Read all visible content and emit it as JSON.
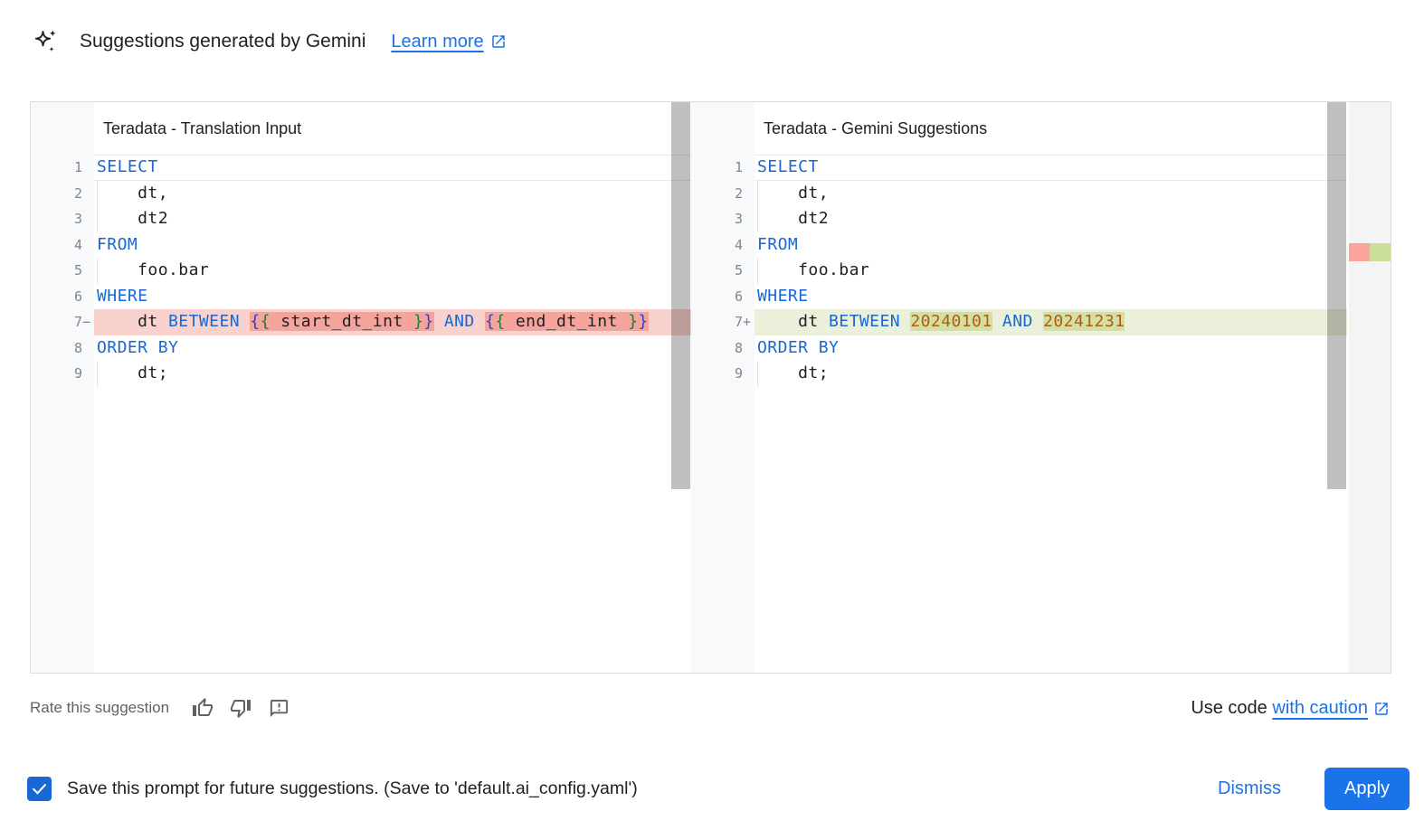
{
  "header": {
    "sparkle_icon": "gemini-sparkle-icon",
    "title": "Suggestions generated by Gemini",
    "learn_more_label": "Learn more",
    "learn_more_icon": "open-in-new-icon"
  },
  "colors": {
    "link_blue": "#1a73e8",
    "keyword_blue": "#1967d2",
    "number_orange": "#b45a14",
    "brace_blue": "#2d3dd5",
    "brace_green": "#188038",
    "removed_line_bg": "#fad2cd",
    "removed_word_bg": "#f5a49c",
    "added_line_bg": "#eaf0da",
    "added_word_bg": "#d2e0a4",
    "ruler_removed": "#fca49b",
    "ruler_added": "#c9de99",
    "checkbox_blue": "#1967d2",
    "apply_button_bg": "#1a73e8"
  },
  "panels": [
    {
      "title": "Teradata - Translation Input",
      "lines": [
        {
          "num": 1,
          "active": true,
          "tokens": [
            {
              "c": "kw",
              "t": "SELECT"
            }
          ]
        },
        {
          "num": 2,
          "indent": true,
          "tokens": [
            {
              "c": "pl",
              "t": "    dt,"
            }
          ]
        },
        {
          "num": 3,
          "indent": true,
          "tokens": [
            {
              "c": "pl",
              "t": "    dt2"
            }
          ]
        },
        {
          "num": 4,
          "tokens": [
            {
              "c": "kw",
              "t": "FROM"
            }
          ]
        },
        {
          "num": 5,
          "indent": true,
          "tokens": [
            {
              "c": "pl",
              "t": "    foo.bar"
            }
          ]
        },
        {
          "num": 6,
          "tokens": [
            {
              "c": "kw",
              "t": "WHERE"
            }
          ]
        },
        {
          "num": 7,
          "sign": "−",
          "diff": "removed",
          "tokens": [
            {
              "c": "pl",
              "t": "    dt "
            },
            {
              "c": "kw",
              "t": "BETWEEN"
            },
            {
              "c": "pl",
              "t": " "
            },
            {
              "c": "bb",
              "t": "{",
              "hl": true
            },
            {
              "c": "bg",
              "t": "{",
              "hl": true
            },
            {
              "c": "pl",
              "t": " start_dt_int ",
              "hl": true
            },
            {
              "c": "bg",
              "t": "}",
              "hl": true
            },
            {
              "c": "bb",
              "t": "}",
              "hl": true
            },
            {
              "c": "pl",
              "t": " "
            },
            {
              "c": "kw",
              "t": "AND"
            },
            {
              "c": "pl",
              "t": " "
            },
            {
              "c": "bb",
              "t": "{",
              "hl": true
            },
            {
              "c": "bg",
              "t": "{",
              "hl": true
            },
            {
              "c": "pl",
              "t": " end_dt_int ",
              "hl": true
            },
            {
              "c": "bg",
              "t": "}",
              "hl": true
            },
            {
              "c": "bb",
              "t": "}",
              "hl": true
            }
          ]
        },
        {
          "num": 8,
          "tokens": [
            {
              "c": "kw",
              "t": "ORDER BY"
            }
          ]
        },
        {
          "num": 9,
          "indent": true,
          "tokens": [
            {
              "c": "pl",
              "t": "    dt;"
            }
          ]
        }
      ]
    },
    {
      "title": "Teradata - Gemini Suggestions",
      "lines": [
        {
          "num": 1,
          "active": true,
          "tokens": [
            {
              "c": "kw",
              "t": "SELECT"
            }
          ]
        },
        {
          "num": 2,
          "indent": true,
          "tokens": [
            {
              "c": "pl",
              "t": "    dt,"
            }
          ]
        },
        {
          "num": 3,
          "indent": true,
          "tokens": [
            {
              "c": "pl",
              "t": "    dt2"
            }
          ]
        },
        {
          "num": 4,
          "tokens": [
            {
              "c": "kw",
              "t": "FROM"
            }
          ]
        },
        {
          "num": 5,
          "indent": true,
          "tokens": [
            {
              "c": "pl",
              "t": "    foo.bar"
            }
          ]
        },
        {
          "num": 6,
          "tokens": [
            {
              "c": "kw",
              "t": "WHERE"
            }
          ]
        },
        {
          "num": 7,
          "sign": "+",
          "diff": "added",
          "tokens": [
            {
              "c": "pl",
              "t": "    dt "
            },
            {
              "c": "kw",
              "t": "BETWEEN"
            },
            {
              "c": "pl",
              "t": " "
            },
            {
              "c": "nu",
              "t": "20240101",
              "hl": true
            },
            {
              "c": "pl",
              "t": " "
            },
            {
              "c": "kw",
              "t": "AND"
            },
            {
              "c": "pl",
              "t": " "
            },
            {
              "c": "nu",
              "t": "20241231",
              "hl": true
            }
          ]
        },
        {
          "num": 8,
          "tokens": [
            {
              "c": "kw",
              "t": "ORDER BY"
            }
          ]
        },
        {
          "num": 9,
          "indent": true,
          "tokens": [
            {
              "c": "pl",
              "t": "    dt;"
            }
          ]
        }
      ]
    }
  ],
  "footer": {
    "rate_label": "Rate this suggestion",
    "thumb_up_icon": "thumb-up-icon",
    "thumb_down_icon": "thumb-down-icon",
    "feedback_icon": "feedback-icon",
    "use_code_text": "Use code ",
    "use_code_link": "with caution",
    "use_code_link_icon": "open-in-new-icon"
  },
  "bottom_bar": {
    "checkbox_checked": true,
    "save_label": "Save this prompt for future suggestions. (Save to 'default.ai_config.yaml')",
    "dismiss_label": "Dismiss",
    "apply_label": "Apply"
  }
}
